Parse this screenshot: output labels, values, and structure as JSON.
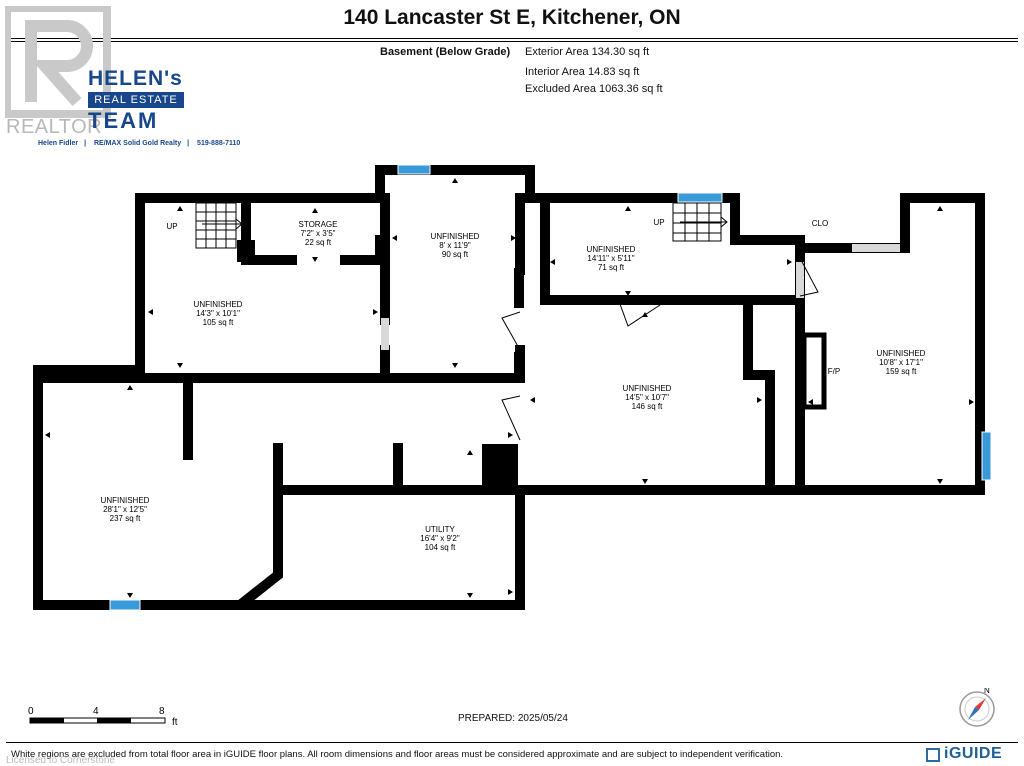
{
  "header": {
    "title": "140 Lancaster St E, Kitchener, ON",
    "level": "Basement (Below Grade)",
    "exterior_area": "Exterior Area 134.30 sq ft",
    "interior_area": "Interior Area 14.83 sq ft",
    "excluded_area": "Excluded Area 1063.36 sq ft"
  },
  "branding": {
    "watermark": "REALTOR",
    "logo_line1": "HELEN's",
    "logo_line2": "REAL ESTATE",
    "logo_line3": "TEAM",
    "agent": "Helen Fidler",
    "brokerage": "RE/MAX Solid Gold Realty",
    "phone": "519-888-7110",
    "brand_color": "#17468a"
  },
  "rooms": [
    {
      "name": "UP",
      "dims": "",
      "area": ""
    },
    {
      "name": "STORAGE",
      "dims": "7'2\" x 3'5\"",
      "area": "22 sq ft"
    },
    {
      "name": "UNFINISHED",
      "dims": "8' x 11'9\"",
      "area": "90 sq ft"
    },
    {
      "name": "UNFINISHED",
      "dims": "14'11\" x 5'11\"",
      "area": "71 sq ft"
    },
    {
      "name": "UP",
      "dims": "",
      "area": ""
    },
    {
      "name": "CLO",
      "dims": "",
      "area": ""
    },
    {
      "name": "UNFINISHED",
      "dims": "14'3\" x 10'1\"",
      "area": "105 sq ft"
    },
    {
      "name": "UNFINISHED",
      "dims": "10'8\" x 17'1\"",
      "area": "159 sq ft"
    },
    {
      "name": "F/P",
      "dims": "",
      "area": ""
    },
    {
      "name": "UNFINISHED",
      "dims": "14'5\" x 10'7\"",
      "area": "146 sq ft"
    },
    {
      "name": "UNFINISHED",
      "dims": "28'1\" x 12'5\"",
      "area": "237 sq ft"
    },
    {
      "name": "UTILITY",
      "dims": "16'4\" x 9'2\"",
      "area": "104 sq ft"
    }
  ],
  "scale": {
    "tick0": "0",
    "tick4": "4",
    "tick8": "8",
    "unit": "ft"
  },
  "footer": {
    "prepared": "PREPARED: 2025/05/24",
    "disclaimer": "White regions are excluded from total floor area in iGUIDE floor plans. All room dimensions and floor areas must be considered approximate and are subject to independent verification.",
    "licensed": "Licensed to Cornerstone",
    "brand": "iGUIDE",
    "compass_label": "N"
  },
  "colors": {
    "wall": "#000000",
    "window": "#3a9ad9",
    "door_gap": "#d8d8d8"
  }
}
